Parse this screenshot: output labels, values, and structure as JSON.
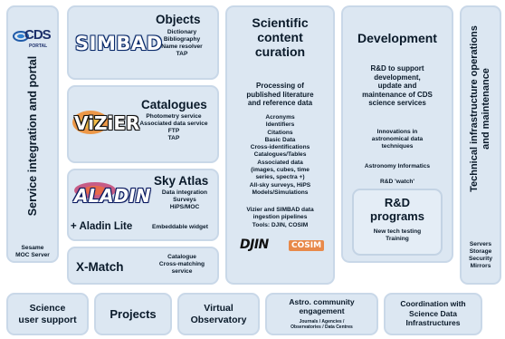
{
  "service_portal": {
    "vertical_title": "Service integration and portal",
    "cds_logo_text": "CDS",
    "cds_logo_sub": "PORTAL",
    "bottom_line1": "Sesame",
    "bottom_line2": "MOC Server"
  },
  "objects": {
    "logo_text": "SIMBAD",
    "title": "Objects",
    "items": [
      "Dictionary",
      "Bibliography",
      "Name resolver",
      "TAP"
    ]
  },
  "catalogues": {
    "logo_text": "ViZiER",
    "title": "Catalogues",
    "items": [
      "Photometry service",
      "Associated data service",
      "FTP",
      "TAP"
    ]
  },
  "sky_atlas": {
    "logo_text": "ALADIN",
    "title": "Sky Atlas",
    "items": [
      "Data integration",
      "Surveys",
      "HiPS/MOC"
    ],
    "aladin_lite": "+ Aladin Lite",
    "aladin_lite_desc": "Embeddable widget"
  },
  "xmatch": {
    "title": "X-Match",
    "desc_line1": "Catalogue",
    "desc_line2": "Cross-matching",
    "desc_line3": "service"
  },
  "curation": {
    "title_line1": "Scientific",
    "title_line2": "content",
    "title_line3": "curation",
    "subtitle_line1": "Processing of",
    "subtitle_line2": "published literature",
    "subtitle_line3": "and reference data",
    "items": [
      "Acronyms",
      "Identifiers",
      "Citations",
      "Basic Data",
      "Cross-identifications",
      "Catalogues/Tables",
      "Associated data",
      "(images, cubes, time",
      "series, spectra +)",
      "All-sky surveys, HiPS",
      "Models/Simulations"
    ],
    "pipelines": [
      "Vizier and SIMBAD data",
      "ingestion pipelines",
      "Tools: DJIN, COSIM"
    ],
    "djin_logo": "DJIN",
    "cosim_logo": "COSIM"
  },
  "development": {
    "title": "Development",
    "rd_lines": [
      "R&D to support",
      "development,",
      "update and",
      "maintenance of CDS",
      "science services"
    ],
    "innovations": [
      "Innovations in",
      "astronomical data",
      "techniques"
    ],
    "informatics": "Astronomy Informatics",
    "watch": "R&D 'watch'",
    "programs_title_line1": "R&D",
    "programs_title_line2": "programs",
    "programs_items": [
      "New tech testing",
      "Training"
    ]
  },
  "infrastructure": {
    "vertical_title_line1": "Technical infrastructure operations",
    "vertical_title_line2": "and maintenance",
    "items": [
      "Servers",
      "Storage",
      "Security",
      "Mirrors"
    ]
  },
  "bottom": {
    "science_support_line1": "Science",
    "science_support_line2": "user support",
    "projects": "Projects",
    "vo_line1": "Virtual",
    "vo_line2": "Observatory",
    "astro_line1": "Astro. community",
    "astro_line2": "engagement",
    "astro_sub_line1": "Journals / Agencies /",
    "astro_sub_line2": "Observatories / Data Centres",
    "coord_line1": "Coordination with",
    "coord_line2": "Science Data",
    "coord_line3": "Infrastructures"
  }
}
